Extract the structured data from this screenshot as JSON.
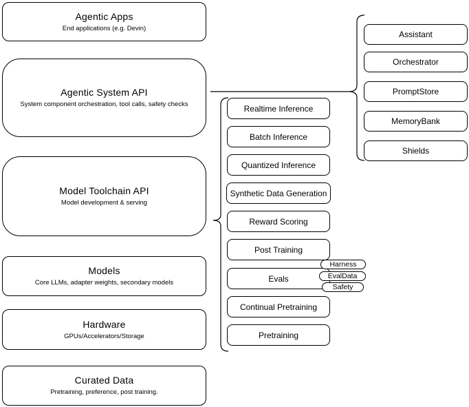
{
  "diagram": {
    "left_column": [
      {
        "title": "Agentic Apps",
        "subtitle": "End applications (e.g. Devin)"
      },
      {
        "title": "Agentic System API",
        "subtitle": "System component orchestration, tool calls, safety checks"
      },
      {
        "title": "Model Toolchain API",
        "subtitle": "Model development & serving"
      },
      {
        "title": "Models",
        "subtitle": "Core LLMs, adapter weights, secondary models"
      },
      {
        "title": "Hardware",
        "subtitle": "GPUs/Accelerators/Storage"
      },
      {
        "title": "Curated Data",
        "subtitle": "Pretraining, preference, post training."
      }
    ],
    "toolchain_items": [
      "Realtime Inference",
      "Batch Inference",
      "Quantized Inference",
      "Synthetic Data Generation",
      "Reward Scoring",
      "Post Training",
      "Evals",
      "Continual Pretraining",
      "Pretraining"
    ],
    "eval_tags": [
      "Harness",
      "EvalData",
      "Safety"
    ],
    "system_components": [
      "Assistant",
      "Orchestrator",
      "PromptStore",
      "MemoryBank",
      "Shields"
    ],
    "colors": {
      "stroke": "#000000",
      "fill": "#ffffff",
      "text": "#000000"
    }
  }
}
